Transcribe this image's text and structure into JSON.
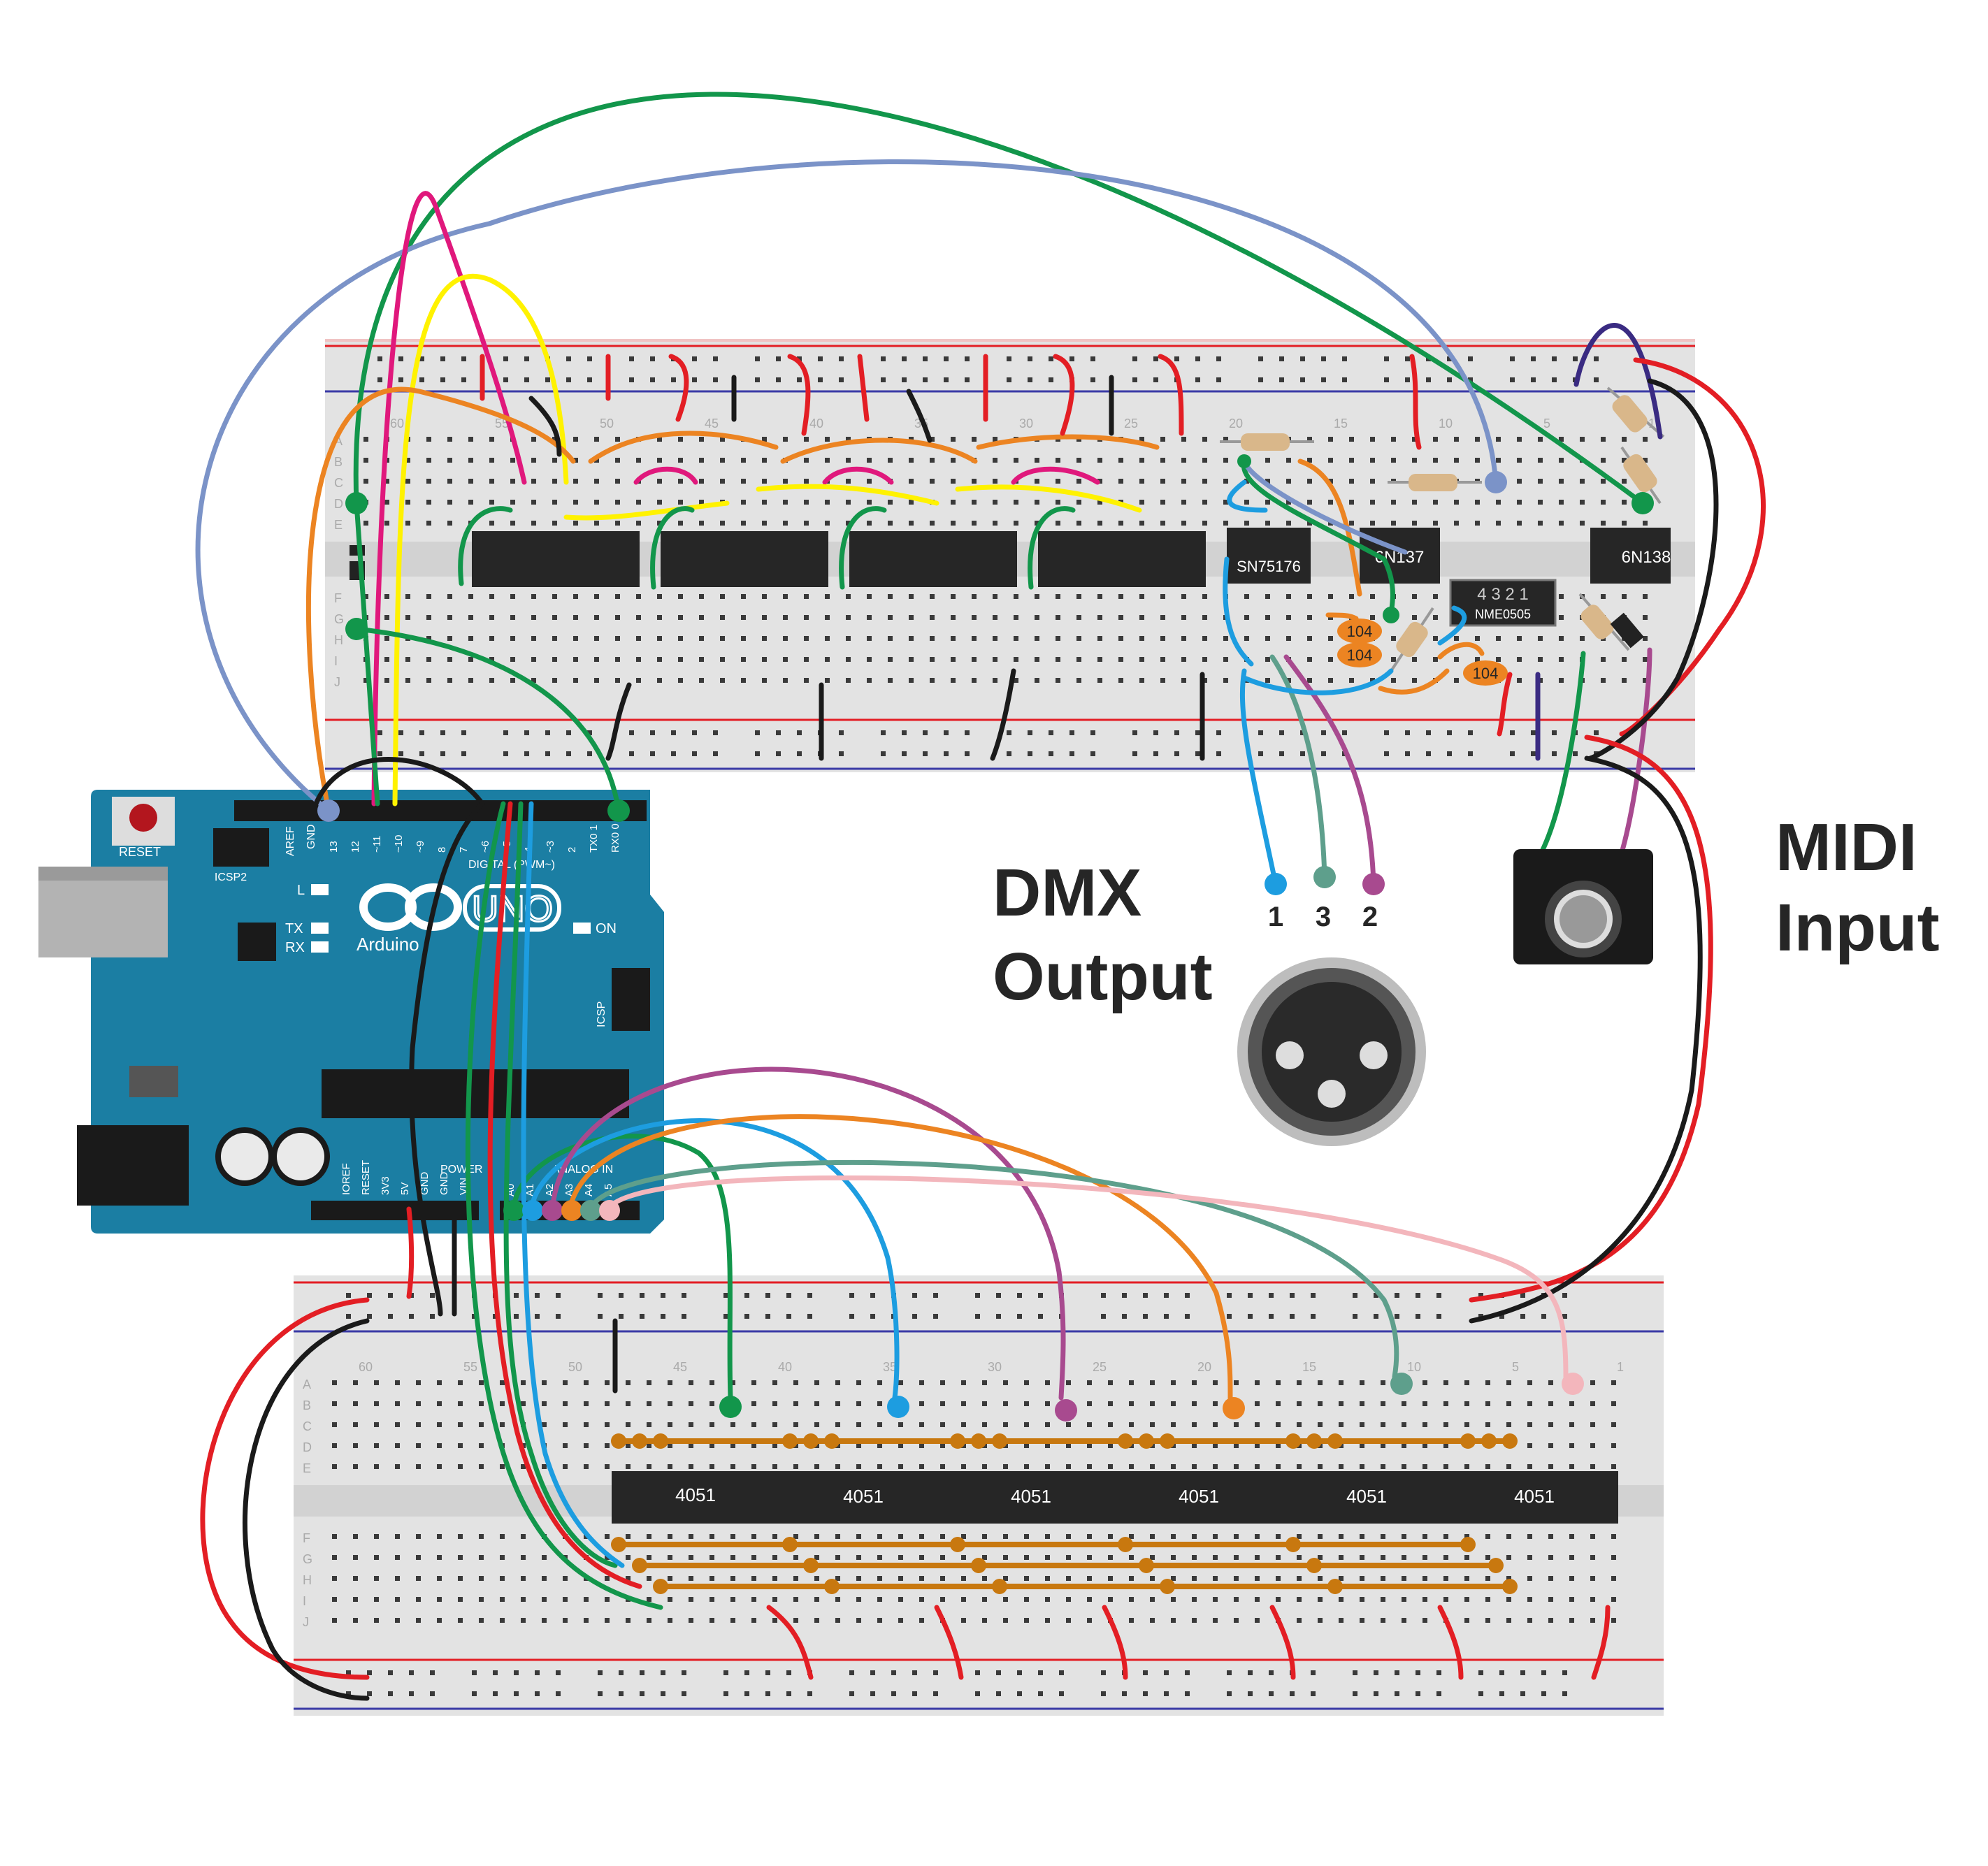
{
  "labels": {
    "dmx_line1": "DMX",
    "dmx_line2": "Output",
    "midi_line1": "MIDI",
    "midi_line2": "Input",
    "pin1": "1",
    "pin3": "3",
    "pin2": "2"
  },
  "chips": {
    "sn75176": "SN75176",
    "chip_6n137": "6N137",
    "chip_6n138": "6N138",
    "nme0505": "NME0505",
    "nme_pins": "4 3 2 1",
    "mux": [
      "4051",
      "4051",
      "4051",
      "4051",
      "4051",
      "4051"
    ],
    "cap": "104"
  },
  "arduino": {
    "reset": "RESET",
    "icsp2": "ICSP2",
    "icsp": "ICSP",
    "uno": "UNO",
    "brand": "Arduino",
    "on": "ON",
    "led_l": "L",
    "tx": "TX",
    "rx": "RX",
    "digital": "DIGITAL (PWM~)",
    "analog": "ANALOG IN",
    "power": "POWER",
    "aref": "AREF",
    "gnd": "GND",
    "d_pins": [
      "13",
      "12",
      "~11",
      "~10",
      "~9",
      "8",
      "7",
      "~6",
      "~5",
      "4",
      "~3",
      "2",
      "TX0 1",
      "RX0 0"
    ],
    "p_pins": [
      "IOREF",
      "RESET",
      "3V3",
      "5V",
      "GND",
      "GND",
      "VIN"
    ],
    "a_pins": [
      "A0",
      "A1",
      "A2",
      "A3",
      "A4",
      "A5"
    ]
  },
  "breadboard": {
    "row_letters": [
      "A",
      "B",
      "C",
      "D",
      "E",
      "F",
      "G",
      "H",
      "I",
      "J"
    ],
    "col_numbers": [
      "60",
      "55",
      "50",
      "45",
      "40",
      "35",
      "30",
      "25",
      "20",
      "15",
      "10",
      "5",
      "1"
    ]
  },
  "colors": {
    "arduino_blue": "#1b7ea3",
    "chip_black": "#262626",
    "wire_green": "#12964b",
    "wire_blue": "#7b93c8",
    "wire_magenta": "#e0187c",
    "wire_yellow": "#fff200",
    "wire_orange": "#ec8422",
    "wire_red": "#e31e24",
    "wire_black": "#1a1a1a",
    "wire_cyan": "#1d9de0",
    "wire_purple": "#a84a8f",
    "wire_teal": "#5e9f8c",
    "wire_pink": "#f3b6bc",
    "wire_navy": "#3a2b82",
    "trace_brown": "#c8780f"
  },
  "icons": [
    "xlr-connector-icon",
    "din5-connector-icon",
    "reset-button-icon"
  ]
}
